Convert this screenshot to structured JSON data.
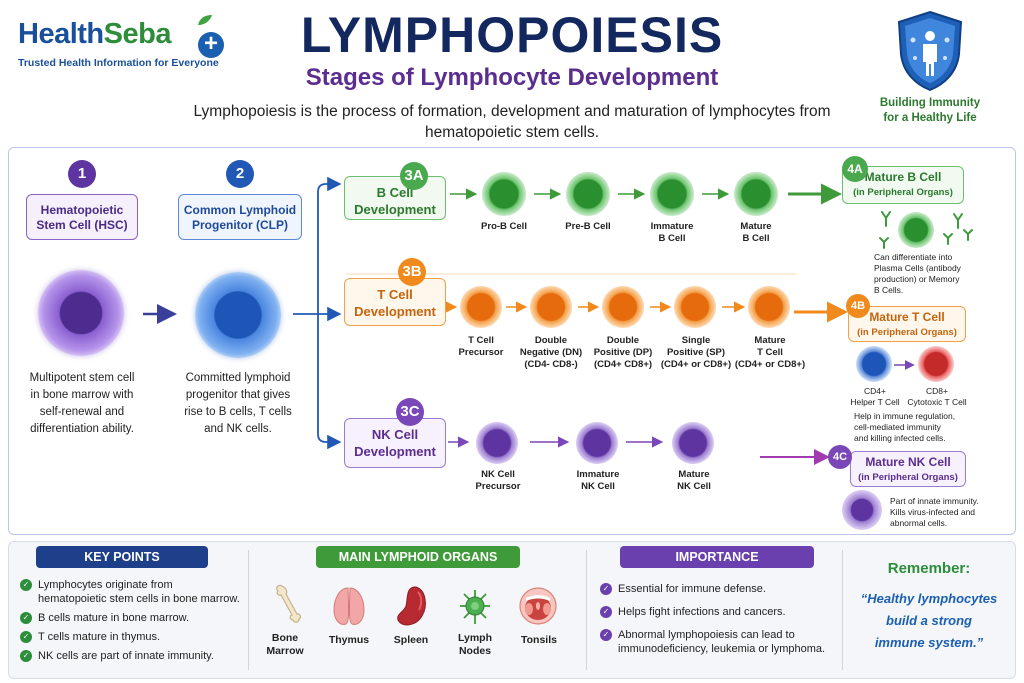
{
  "header": {
    "brand_part1": "Health",
    "brand_part2": "Seba",
    "tagline": "Trusted Health Information for Everyone",
    "title": "LYMPHOPOIESIS",
    "subtitle": "Stages of Lymphocyte Development",
    "intro": "Lymphopoiesis is the process of formation, development and maturation of lymphocytes from hematopoietic stem cells.",
    "shield_text_line1": "Building Immunity",
    "shield_text_line2": "for a Healthy Life"
  },
  "stages": {
    "hsc": {
      "number": "1",
      "label_line1": "Hematopoietic",
      "label_line2": "Stem Cell (HSC)",
      "desc_lines": [
        "Multipotent stem cell",
        "in bone marrow with",
        "self-renewal and",
        "differentiation ability."
      ]
    },
    "clp": {
      "number": "2",
      "label_line1": "Common Lymphoid",
      "label_line2": "Progenitor (CLP)",
      "desc_lines": [
        "Committed lymphoid",
        "progenitor that gives",
        "rise to B cells, T cells",
        "and NK cells."
      ]
    }
  },
  "b_cell": {
    "badge": "3A",
    "title_line1": "B Cell",
    "title_line2": "Development",
    "cells": [
      {
        "line1": "Pro-B Cell",
        "line2": ""
      },
      {
        "line1": "Pre-B Cell",
        "line2": ""
      },
      {
        "line1": "Immature",
        "line2": "B Cell"
      },
      {
        "line1": "Mature",
        "line2": "B Cell"
      }
    ],
    "mature_badge": "4A",
    "mature_title": "Mature B Cell",
    "mature_sub": "(in Peripheral Organs)",
    "mature_desc_lines": [
      "Can differentiate into",
      "Plasma Cells (antibody",
      "production) or Memory",
      "B Cells."
    ]
  },
  "t_cell": {
    "badge": "3B",
    "title_line1": "T Cell",
    "title_line2": "Development",
    "cells": [
      {
        "line1": "T Cell",
        "line2": "Precursor",
        "line3": ""
      },
      {
        "line1": "Double",
        "line2": "Negative (DN)",
        "line3": "(CD4- CD8-)"
      },
      {
        "line1": "Double",
        "line2": "Positive (DP)",
        "line3": "(CD4+ CD8+)"
      },
      {
        "line1": "Single",
        "line2": "Positive (SP)",
        "line3": "(CD4+ or CD8+)"
      },
      {
        "line1": "Mature",
        "line2": "T Cell",
        "line3": "(CD4+ or CD8+)"
      }
    ],
    "mature_badge": "4B",
    "mature_title": "Mature T Cell",
    "mature_sub": "(in Peripheral Organs)",
    "helper_line1": "CD4+",
    "helper_line2": "Helper T Cell",
    "cytotoxic_line1": "CD8+",
    "cytotoxic_line2": "Cytotoxic T Cell",
    "mature_desc_lines": [
      "Help in immune regulation,",
      "cell-mediated immunity",
      "and killing infected cells."
    ]
  },
  "nk_cell": {
    "badge": "3C",
    "title_line1": "NK Cell",
    "title_line2": "Development",
    "cells": [
      {
        "line1": "NK Cell",
        "line2": "Precursor"
      },
      {
        "line1": "Immature",
        "line2": "NK Cell"
      },
      {
        "line1": "Mature",
        "line2": "NK Cell"
      }
    ],
    "mature_badge": "4C",
    "mature_title": "Mature NK Cell",
    "mature_sub": "(in Peripheral Organs)",
    "mature_desc_lines": [
      "Part of innate immunity.",
      "Kills virus-infected and",
      "abnormal cells."
    ]
  },
  "key_points": {
    "title": "KEY POINTS",
    "items": [
      "Lymphocytes originate from hematopoietic stem cells in bone marrow.",
      "B cells mature in bone marrow.",
      "T cells mature in thymus.",
      "NK cells are part of innate immunity."
    ]
  },
  "organs": {
    "title": "MAIN LYMPHOID ORGANS",
    "items": [
      {
        "line1": "Bone",
        "line2": "Marrow",
        "icon": "bone-icon"
      },
      {
        "line1": "Thymus",
        "line2": "",
        "icon": "thymus-icon"
      },
      {
        "line1": "Spleen",
        "line2": "",
        "icon": "spleen-icon"
      },
      {
        "line1": "Lymph",
        "line2": "Nodes",
        "icon": "lymph-node-icon"
      },
      {
        "line1": "Tonsils",
        "line2": "",
        "icon": "tonsils-icon"
      }
    ]
  },
  "importance": {
    "title": "IMPORTANCE",
    "items": [
      "Essential for immune defense.",
      "Helps fight infections and cancers.",
      "Abnormal lymphopoiesis can lead to immunodeficiency, leukemia or lymphoma."
    ]
  },
  "remember": {
    "title": "Remember:",
    "quote_line1": "“Healthy lymphocytes",
    "quote_line2": "build a strong",
    "quote_line3": "immune system.”"
  },
  "colors": {
    "navy": "#12285e",
    "purple": "#5b2d8e",
    "green": "#2c8d3a",
    "orange": "#f08a1c",
    "blue": "#1a5fb0"
  }
}
